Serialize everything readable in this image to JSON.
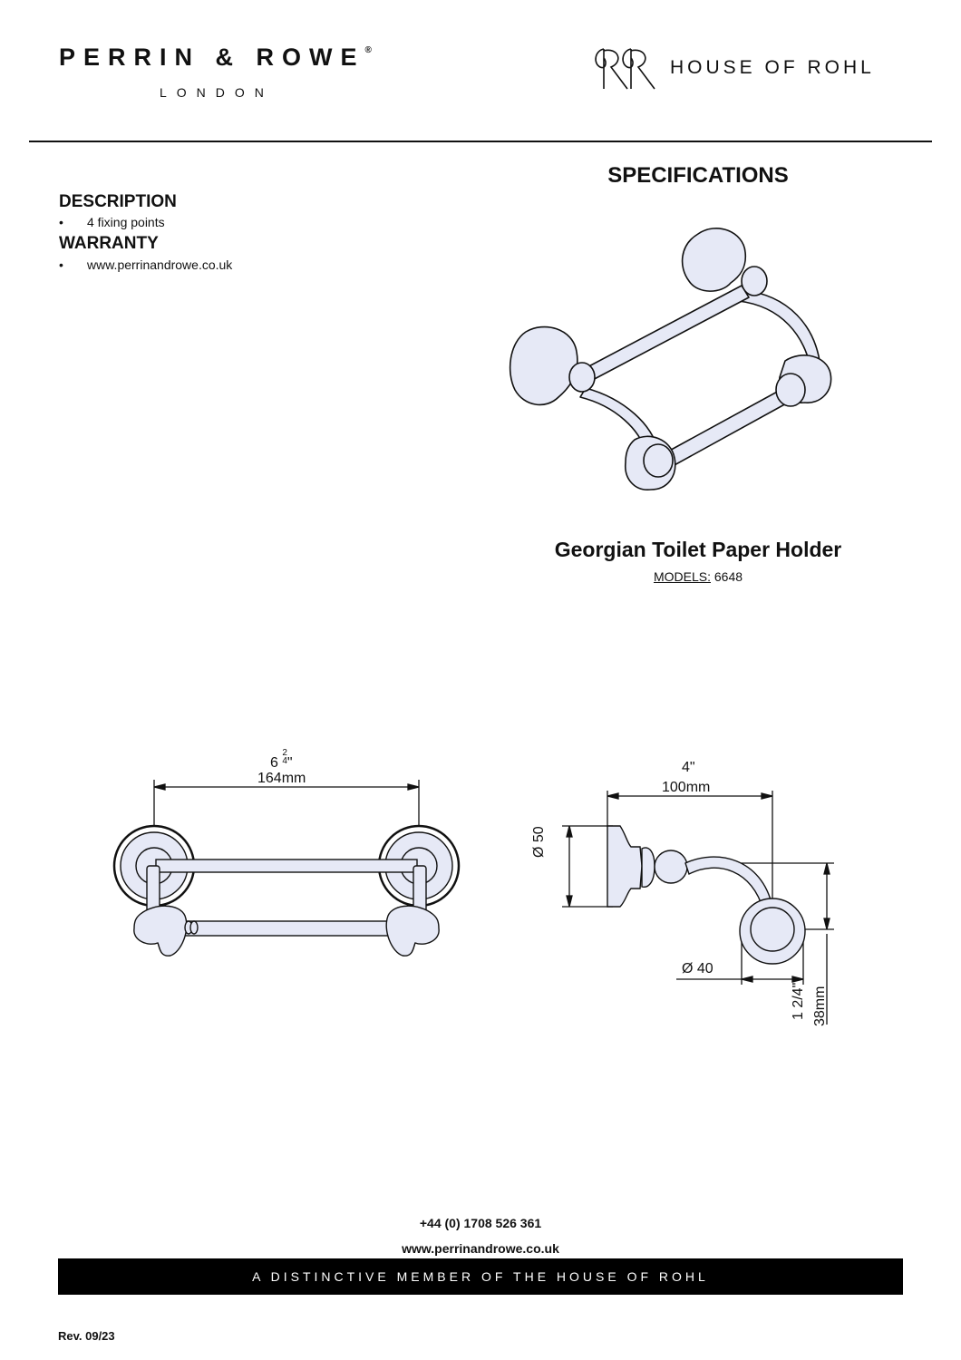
{
  "header": {
    "brand_name": "PERRIN & ROWE",
    "brand_registered": "®",
    "brand_city": "LONDON",
    "parent_brand": "HOUSE OF ROHL"
  },
  "specifications_title": "SPECIFICATIONS",
  "description": {
    "heading": "DESCRIPTION",
    "items": [
      "4 fixing points"
    ]
  },
  "warranty": {
    "heading": "WARRANTY",
    "items": [
      "www.perrinandrowe.co.uk"
    ]
  },
  "product": {
    "name": "Georgian Toilet Paper Holder",
    "models_label": "MODELS:",
    "models_value": "6648"
  },
  "front_view": {
    "width_imperial_whole": "6",
    "width_imperial_fraction_num": "2",
    "width_imperial_fraction_den": "4",
    "width_imperial_unit": "\"",
    "width_metric": "164mm"
  },
  "side_view": {
    "projection_imperial": "4\"",
    "projection_metric": "100mm",
    "backplate_diameter": "Ø 50",
    "roller_diameter": "Ø 40",
    "height_imperial": "1 2/4\"",
    "height_metric": "38mm"
  },
  "footer": {
    "phone": "+44 (0) 1708 526 361",
    "website": "www.perrinandrowe.co.uk",
    "tagline": "A DISTINCTIVE MEMBER OF THE HOUSE OF ROHL",
    "revision": "Rev. 09/23"
  },
  "colors": {
    "part_fill": "#e6e9f6",
    "line": "#111111",
    "banner": "#000000"
  }
}
